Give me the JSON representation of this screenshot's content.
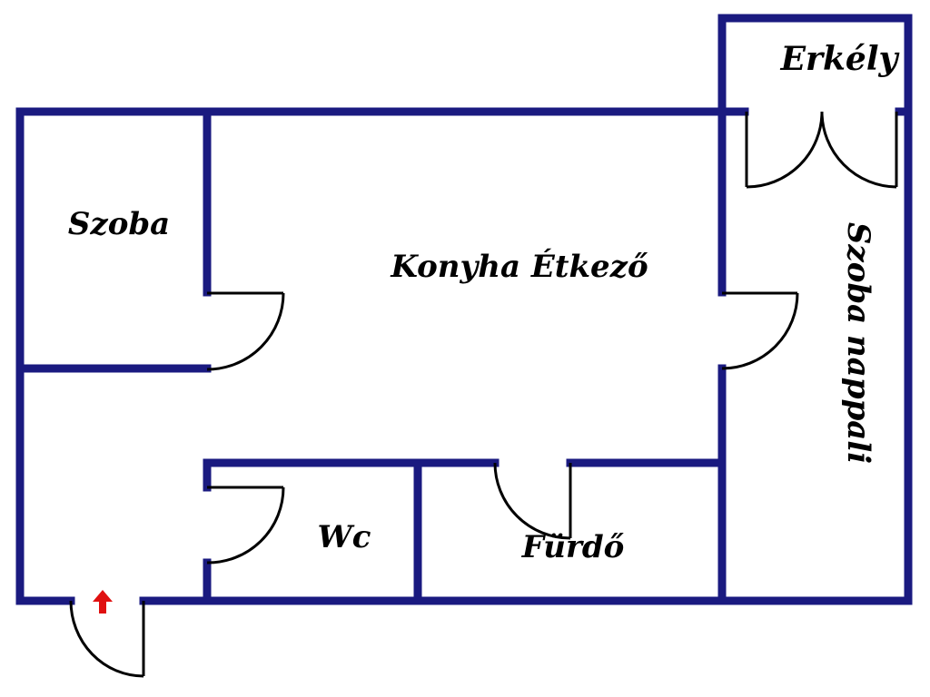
{
  "plan": {
    "wall_color": "#1a1a80",
    "door_color": "#000000",
    "entrance_arrow_color": "#e01010",
    "entrance_arrow_icon": "up-arrow-icon"
  },
  "rooms": {
    "erkely": "Erkély",
    "szoba": "Szoba",
    "konyha_etkezo": "Konyha Étkező",
    "szoba_nappali": "Szoba nappali",
    "wc": "Wc",
    "furdo": "Fürdő"
  }
}
